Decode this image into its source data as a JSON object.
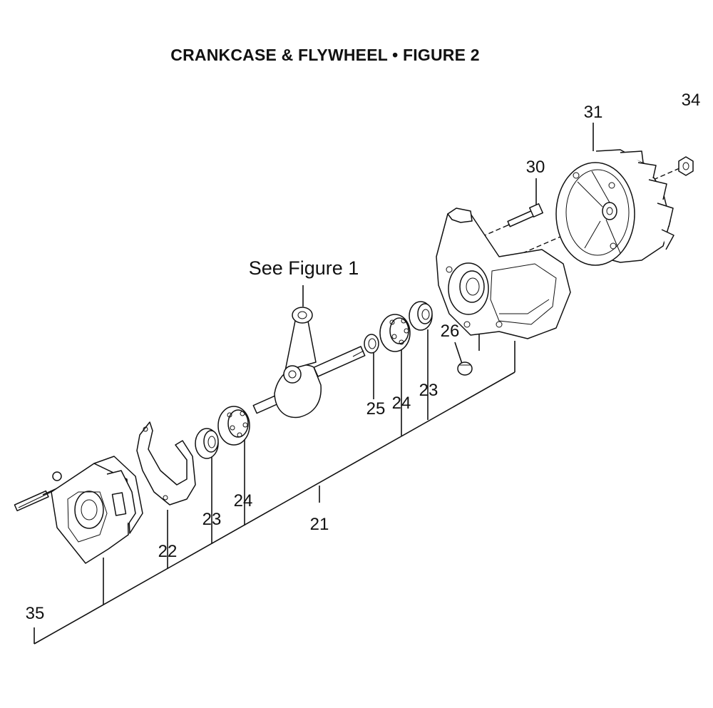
{
  "title": "CRANKCASE & FLYWHEEL  •  FIGURE 2",
  "reference_note": "See Figure 1",
  "callouts": {
    "p21": "21",
    "p22": "22",
    "p23a": "23",
    "p23b": "23",
    "p24a": "24",
    "p24b": "24",
    "p25": "25",
    "p26": "26",
    "p30": "30",
    "p31": "31",
    "p34": "34",
    "p35": "35"
  }
}
